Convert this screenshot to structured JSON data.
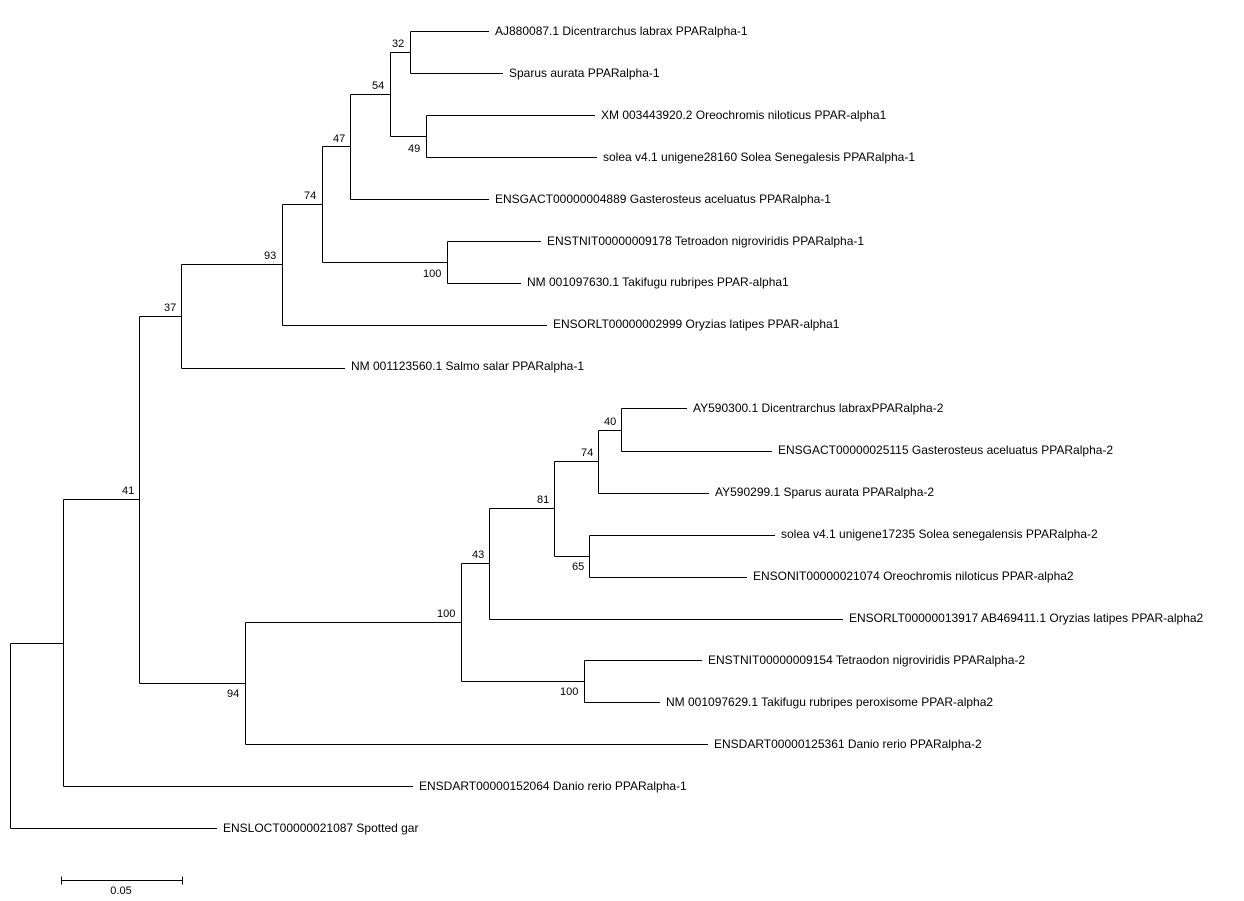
{
  "tree": {
    "leaves": [
      "AJ880087.1 Dicentrarchus labrax PPARalpha-1",
      "Sparus aurata PPARalpha-1",
      "XM 003443920.2 Oreochromis niloticus PPAR-alpha1",
      "solea v4.1 unigene28160 Solea Senegalesis PPARalpha-1",
      "ENSGACT00000004889 Gasterosteus aceluatus PPARalpha-1",
      "ENSTNIT00000009178 Tetroadon nigroviridis PPARalpha-1",
      "NM 001097630.1 Takifugu rubripes PPAR-alpha1",
      "ENSORLT00000002999 Oryzias latipes PPAR-alpha1",
      "NM 001123560.1 Salmo salar PPARalpha-1",
      "AY590300.1 Dicentrarchus labraxPPARalpha-2",
      "ENSGACT00000025115 Gasterosteus aceluatus PPARalpha-2",
      "AY590299.1 Sparus aurata PPARalpha-2",
      "solea v4.1 unigene17235 Solea senegalensis PPARalpha-2",
      "ENSONIT00000021074 Oreochromis niloticus PPAR-alpha2",
      "ENSORLT00000013917 AB469411.1 Oryzias latipes PPAR-alpha2",
      "ENSTNIT00000009154 Tetraodon nigroviridis PPARalpha-2",
      "NM 001097629.1 Takifugu rubripes peroxisome PPAR-alpha2",
      "ENSDART00000125361 Danio rerio PPARalpha-2",
      "ENSDART00000152064 Danio rerio PPARalpha-1",
      "ENSLOCT00000021087 Spotted gar"
    ],
    "bootstrap": [
      "32",
      "54",
      "49",
      "47",
      "74",
      "100",
      "93",
      "37",
      "40",
      "74",
      "81",
      "65",
      "43",
      "100",
      "100",
      "94",
      "41"
    ],
    "scale_label": "0.05"
  }
}
